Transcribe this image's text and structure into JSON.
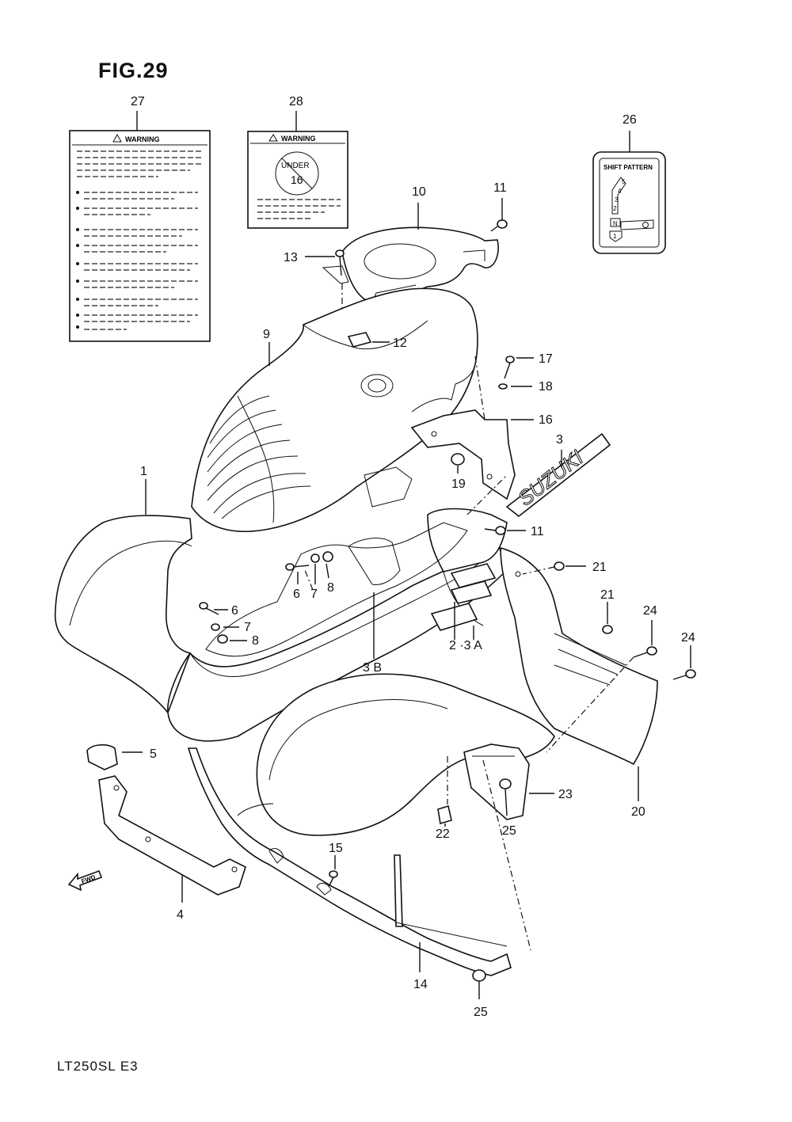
{
  "figure": {
    "title": "FIG.29",
    "model": "LT250SL  E3"
  },
  "labels": {
    "warning_label_27": {
      "header": "WARNING"
    },
    "warning_label_28": {
      "header": "WARNING",
      "badge_top": "UNDER",
      "badge_num": "16"
    },
    "shift_pattern_26": {
      "header": "SHIFT PATTERN",
      "gears": [
        "5",
        "4",
        "3",
        "2",
        "N",
        "1"
      ]
    },
    "emblem_3": {
      "text": "SUZUKI"
    },
    "fwd_arrow": {
      "text": "FWD"
    }
  },
  "callouts": {
    "c27": "27",
    "c28": "28",
    "c26": "26",
    "c10": "10",
    "c11a": "11",
    "c13": "13",
    "c12": "12",
    "c9": "9",
    "c17": "17",
    "c18": "18",
    "c16": "16",
    "c3": "3",
    "c19": "19",
    "c1": "1",
    "c11b": "11",
    "c21a": "21",
    "c6a": "6",
    "c7a": "7",
    "c8a": "8",
    "c6b": "6",
    "c7b": "7",
    "c8b": "8",
    "c21b": "21",
    "c24a": "24",
    "c24b": "24",
    "c2_3a": "2 ·3 A",
    "c3b": "3 B",
    "c5": "5",
    "c23": "23",
    "c20": "20",
    "c22": "22",
    "c25a": "25",
    "c15": "15",
    "c4": "4",
    "c14": "14",
    "c25b": "25"
  }
}
